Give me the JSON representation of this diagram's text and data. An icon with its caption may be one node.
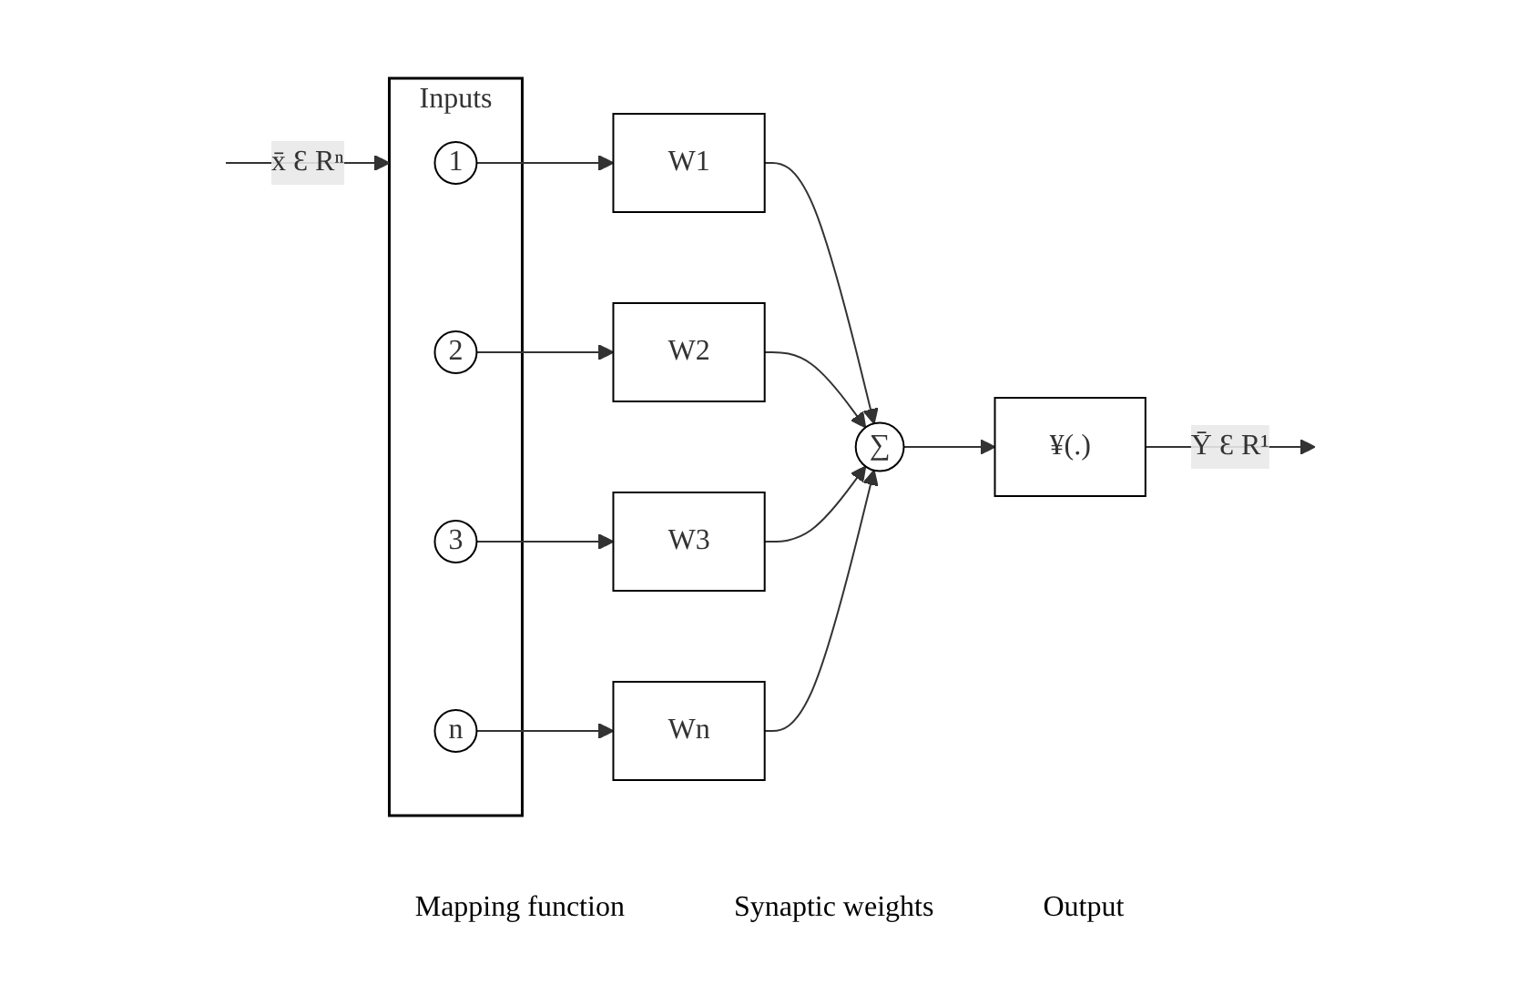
{
  "diagram": {
    "nodes": [
      {
        "text": [
          "Inputs"
        ]
      },
      {
        "text": [
          "1"
        ],
        "in": 0
      },
      {
        "text": [
          "2"
        ],
        "in": 0
      },
      {
        "text": [
          "3"
        ],
        "in": 0
      },
      {
        "text": [
          "n"
        ],
        "in": 0
      },
      {
        "text": [
          "W1"
        ]
      },
      {
        "text": [
          "W2"
        ]
      },
      {
        "text": [
          "W3"
        ]
      },
      {
        "text": [
          "Wn"
        ]
      },
      {
        "text": [
          "∑"
        ]
      },
      {
        "text": [
          "¥(.)"
        ]
      }
    ],
    "edges": [
      {
        "from": null,
        "to": 0,
        "arrow": "to",
        "label": "x̄ Ɛ Rⁿ"
      },
      {
        "from": 1,
        "to": 5,
        "arrow": "to"
      },
      {
        "from": 2,
        "to": 6,
        "arrow": "to"
      },
      {
        "from": 3,
        "to": 7,
        "arrow": "to"
      },
      {
        "from": 4,
        "to": 8,
        "arrow": "to"
      },
      {
        "from": 5,
        "to": 9,
        "arrow": "to"
      },
      {
        "from": 6,
        "to": 9,
        "arrow": "to"
      },
      {
        "from": 7,
        "to": 9,
        "arrow": "to"
      },
      {
        "from": 8,
        "to": 9,
        "arrow": "to"
      },
      {
        "from": 9,
        "to": 10,
        "arrow": "to"
      },
      {
        "from": 10,
        "to": null,
        "arrow": "to",
        "label": "Ȳ Ɛ R¹"
      }
    ],
    "labels": [
      "Mapping function",
      "Synaptic weights",
      "Output"
    ]
  }
}
